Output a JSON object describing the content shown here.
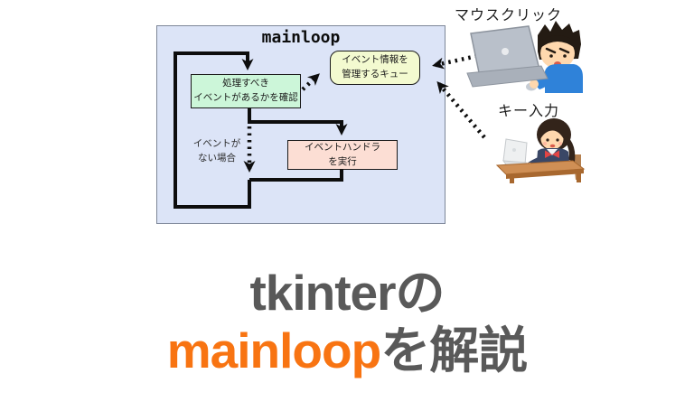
{
  "diagram": {
    "title": "mainloop",
    "check_box": {
      "line1": "処理すべき",
      "line2": "イベントがあるかを確認"
    },
    "queue_box": {
      "line1": "イベント情報を",
      "line2": "管理するキュー"
    },
    "handler_box": {
      "line1": "イベントハンドラ",
      "line2": "を実行"
    },
    "no_event_label": {
      "line1": "イベントが",
      "line2": "ない場合"
    },
    "colors": {
      "panel_bg": "#dce4f7",
      "check_box_bg": "#ccf6d9",
      "queue_box_bg": "#f3fad0",
      "handler_box_bg": "#fcded4",
      "arrow": "#0d0d0d"
    }
  },
  "sources": {
    "mouse_label": "マウスクリック",
    "key_label": "キー入力"
  },
  "heading": {
    "line1": "tkinterの",
    "line2_highlight": "mainloop",
    "line2_rest": "を解説",
    "colors": {
      "highlight": "#f87412",
      "text": "#595959"
    }
  }
}
